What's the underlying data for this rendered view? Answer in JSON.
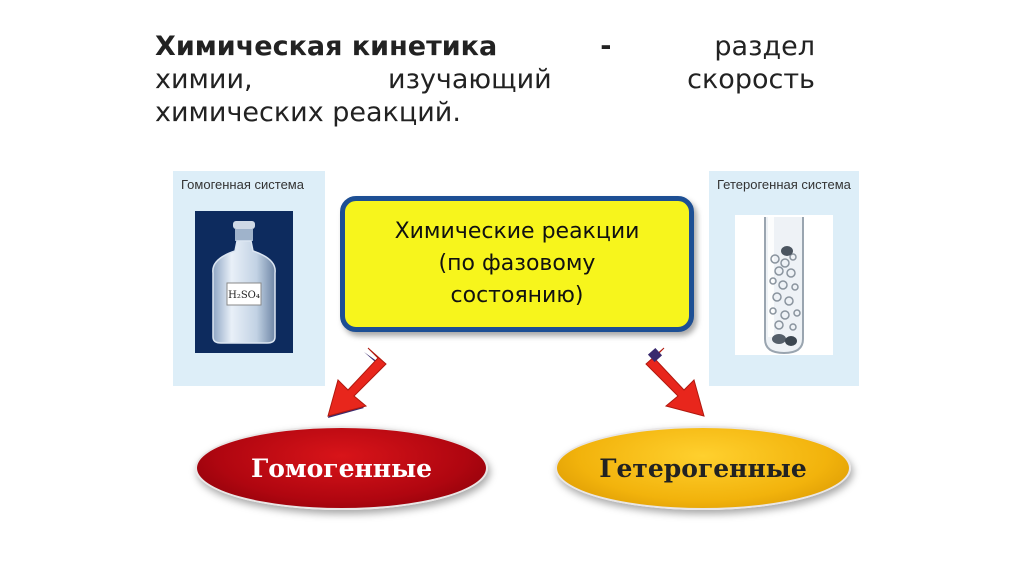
{
  "title": {
    "line1_bold": "Химическая кинетика",
    "line1_rest": [
      "-",
      "раздел"
    ],
    "line2": [
      "химии,",
      "изучающий",
      "скорость"
    ],
    "line3": "химических реакций."
  },
  "left_panel": {
    "label": "Гомогенная система",
    "formula": "H₂SO₄"
  },
  "right_panel": {
    "label": "Гетерогенная система"
  },
  "center_box": {
    "line1": "Химические реакции",
    "line2": "(по фазовому",
    "line3": "состоянию)"
  },
  "ovals": {
    "homogeneous": "Гомогенные",
    "heterogeneous": "Гетерогенные"
  },
  "colors": {
    "box_fill": "#f7f51c",
    "box_border": "#1d4f94",
    "red_oval": "#c00a12",
    "gold_oval": "#f2b30c",
    "arrow": "#e8261c"
  },
  "icons": {
    "left_photo": "flask-icon",
    "right_photo": "test-tube-icon",
    "left_arrow": "arrow-down-left-icon",
    "right_arrow": "arrow-down-right-icon"
  }
}
